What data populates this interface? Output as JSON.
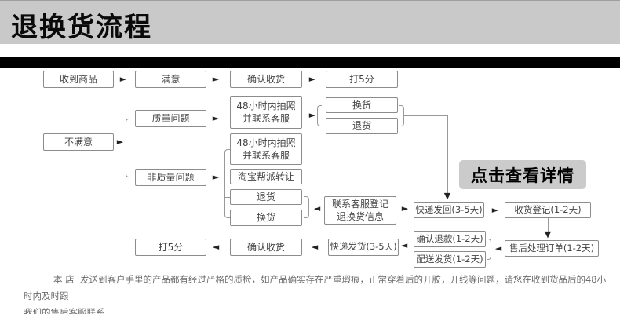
{
  "header": {
    "title": "退换货流程"
  },
  "cta": {
    "label": "点击查看详情"
  },
  "flow": {
    "received": "收到商品",
    "satisfied": "满意",
    "confirm_receipt": "确认收货",
    "rate5": "打5分",
    "quality_issue": "质量问题",
    "photo_contact": "48小时内拍照\n并联系客服",
    "exchange": "换货",
    "return": "退货",
    "unsatisfied": "不满意",
    "photo_contact2": "48小时内拍照\n并联系客服",
    "taobao_transfer": "淘宝帮派转让",
    "return2": "退货",
    "exchange2": "换货",
    "non_quality_issue": "非质量问题",
    "register_info": "联系客服登记\n退换货信息",
    "express_back": "快递发回(3-5天)",
    "receipt_register": "收货登记(1-2天)",
    "aftersale_order": "售后处理订单(1-2天)",
    "confirm_refund": "确认退款(1-2天)",
    "dispatch_ship": "配送发货(1-2天)",
    "express_ship": "快递发货(3-5天)",
    "confirm_receipt2": "确认收货",
    "rate5_2": "打5分"
  },
  "footer": {
    "line1": "本 店  发送到客户手里的产品都有经过严格的质检，如产品确实存在严重瑕痕，正常穿着后的开胶，开线等问题，请您在收到货品后的48小时内及时跟",
    "line2": "我们的售后客服联系"
  },
  "colors": {
    "banner_bg": "#c9c9c9",
    "divider_bar": "#000000",
    "node_border": "#8c8c8c",
    "connector": "#999999",
    "cta_bg": "#cbcbcb",
    "footer_text": "#6b6b6b"
  }
}
